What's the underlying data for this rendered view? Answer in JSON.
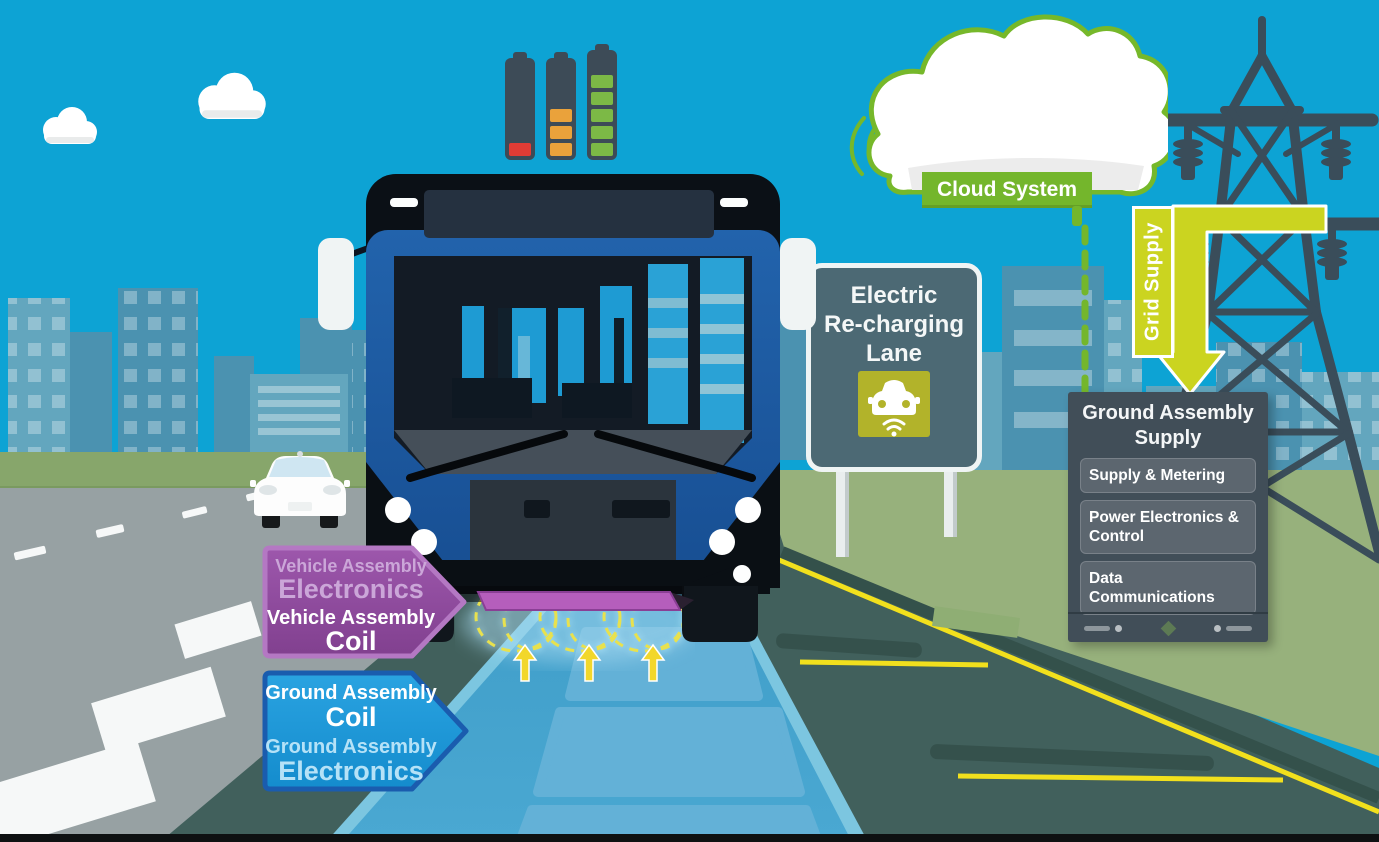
{
  "cloud_system": {
    "label": "Cloud System"
  },
  "grid_supply": {
    "label": "Grid Supply"
  },
  "road_sign": {
    "line1": "Electric",
    "line2": "Re-charging",
    "line3": "Lane"
  },
  "ground_assembly_supply": {
    "title_line1": "Ground Assembly",
    "title_line2": "Supply",
    "items": [
      "Supply & Metering",
      "Power Electronics & Control",
      "Data Communications"
    ]
  },
  "vehicle_assembly_label": {
    "line1": "Vehicle Assembly",
    "line2": "Electronics",
    "line3": "Vehicle Assembly",
    "line4": "Coil"
  },
  "ground_assembly_label": {
    "line1": "Ground Assembly",
    "line2": "Coil",
    "line3": "Ground Assembly",
    "line4": "Electronics"
  },
  "battery_status": {
    "bars": [
      1,
      3,
      5
    ],
    "capacity": 5,
    "colors": [
      "#e23c35",
      "#eaa23b",
      "#7cb946"
    ]
  },
  "icons": {
    "battery": "battery-level-icon",
    "wireless_car": "wireless-car-icon",
    "cloud": "cloud-icon",
    "pylon": "transmission-tower-icon",
    "coils": "magnetic-field-coils-icon",
    "up_arrow": "charging-arrow-icon"
  },
  "colors": {
    "sky": "#0da3d4",
    "grass": "#97b17c",
    "road": "#97a1a3",
    "charging_lane": "#47a6d0",
    "bus_blue": "#1e5ca8",
    "label_purple": "#9157a0",
    "label_blue": "#1b9ad8",
    "accent_green": "#74b62c",
    "accent_yellow": "#cbd420",
    "panel_slate": "#414e58",
    "sign_slate": "#4c6974"
  }
}
